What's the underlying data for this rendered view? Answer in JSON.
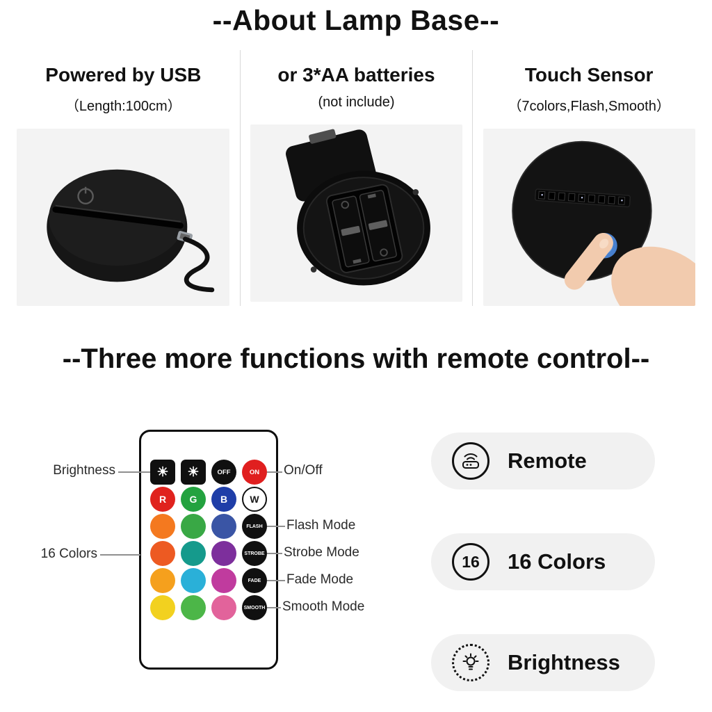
{
  "about": {
    "title": "--About Lamp Base--",
    "columns": [
      {
        "title": "Powered by USB",
        "subtitle": "（Length:100cm）",
        "photo": "black-round-lamp-base-with-usb-cable"
      },
      {
        "title": "or 3*AA batteries",
        "subtitle": "(not include)",
        "photo": "lamp-base-underside-battery-compartment"
      },
      {
        "title": "Touch Sensor",
        "subtitle": "（7colors,Flash,Smooth）",
        "photo": "finger-touching-sensor-on-lamp-base"
      }
    ]
  },
  "remote_section": {
    "title": "--Three more functions with remote control--",
    "callouts": {
      "brightness": "Brightness",
      "on_off": "On/Off",
      "flash": "Flash Mode",
      "strobe": "Strobe Mode",
      "fade": "Fade Mode",
      "smooth": "Smooth Mode",
      "colors": "16 Colors"
    },
    "remote": {
      "rows": [
        [
          {
            "name": "brightness-up-button",
            "glyph": "☀",
            "color": "#101010",
            "text": "#ffffff",
            "shape": "square"
          },
          {
            "name": "brightness-down-button",
            "glyph": "☀",
            "color": "#101010",
            "text": "#ffffff",
            "shape": "square"
          },
          {
            "name": "off-button",
            "label": "OFF",
            "color": "#101010",
            "text": "#ffffff",
            "size": "tiny"
          },
          {
            "name": "on-button",
            "label": "ON",
            "color": "#e01f1f",
            "text": "#ffffff",
            "size": "tiny"
          }
        ],
        [
          {
            "name": "red-button",
            "label": "R",
            "color": "#e0231e",
            "text": "#ffffff"
          },
          {
            "name": "green-button",
            "label": "G",
            "color": "#23a23f",
            "text": "#ffffff"
          },
          {
            "name": "blue-button",
            "label": "B",
            "color": "#1f3ea8",
            "text": "#ffffff"
          },
          {
            "name": "white-button",
            "label": "W",
            "color": "#ffffff",
            "text": "#1a1a1a",
            "border": true
          }
        ],
        [
          {
            "name": "color-button-orange",
            "color": "#f4791f"
          },
          {
            "name": "color-button-green",
            "color": "#39a845"
          },
          {
            "name": "color-button-indigo",
            "color": "#3a55a5"
          },
          {
            "name": "flash-button",
            "label": "FLASH",
            "color": "#101010",
            "text": "#ffffff",
            "size": "micro"
          }
        ],
        [
          {
            "name": "color-button-dark-orange",
            "color": "#ed5a22"
          },
          {
            "name": "color-button-teal",
            "color": "#159a8c"
          },
          {
            "name": "color-button-purple",
            "color": "#7d2f9c"
          },
          {
            "name": "strobe-button",
            "label": "STROBE",
            "color": "#101010",
            "text": "#ffffff",
            "size": "micro"
          }
        ],
        [
          {
            "name": "color-button-amber",
            "color": "#f5a01d"
          },
          {
            "name": "color-button-cyan",
            "color": "#2ab0d8"
          },
          {
            "name": "color-button-magenta",
            "color": "#c03b9e"
          },
          {
            "name": "fade-button",
            "label": "FADE",
            "color": "#101010",
            "text": "#ffffff",
            "size": "micro"
          }
        ],
        [
          {
            "name": "color-button-yellow",
            "color": "#f2d11f"
          },
          {
            "name": "color-button-light-green",
            "color": "#4cb648"
          },
          {
            "name": "color-button-pink",
            "color": "#e2639b"
          },
          {
            "name": "smooth-button",
            "label": "SMOOTH",
            "color": "#101010",
            "text": "#ffffff",
            "size": "micro"
          }
        ]
      ]
    }
  },
  "features": [
    {
      "label": "Remote",
      "icon": "remote-icon"
    },
    {
      "label": "16 Colors",
      "badge": "16",
      "icon": "16-badge-icon"
    },
    {
      "label": "Brightness",
      "icon": "brightness-bulb-icon"
    }
  ],
  "colors": {
    "photo_bg": "#f3f3f3",
    "pill_bg": "#f1f1f1",
    "on_button": "#e01f1f",
    "touch_spot": "#4a86d8"
  }
}
